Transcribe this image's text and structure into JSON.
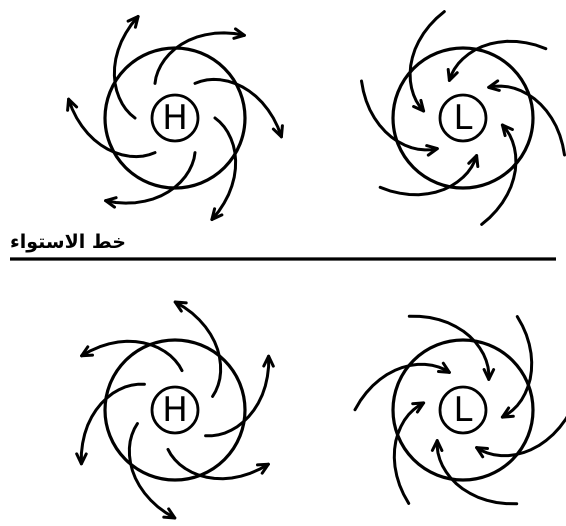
{
  "equator": {
    "label": "خط الاستواء"
  },
  "systems": [
    {
      "id": "nh-high",
      "letter": "H",
      "hemisphere": "north",
      "pressure": "high",
      "flow": "outward",
      "rotation": "clockwise"
    },
    {
      "id": "nh-low",
      "letter": "L",
      "hemisphere": "north",
      "pressure": "low",
      "flow": "inward",
      "rotation": "counterclockwise"
    },
    {
      "id": "sh-high",
      "letter": "H",
      "hemisphere": "south",
      "pressure": "high",
      "flow": "outward",
      "rotation": "counterclockwise"
    },
    {
      "id": "sh-low",
      "letter": "L",
      "hemisphere": "south",
      "pressure": "low",
      "flow": "inward",
      "rotation": "clockwise"
    }
  ],
  "colors": {
    "ink": "#000000",
    "paper": "#ffffff"
  }
}
